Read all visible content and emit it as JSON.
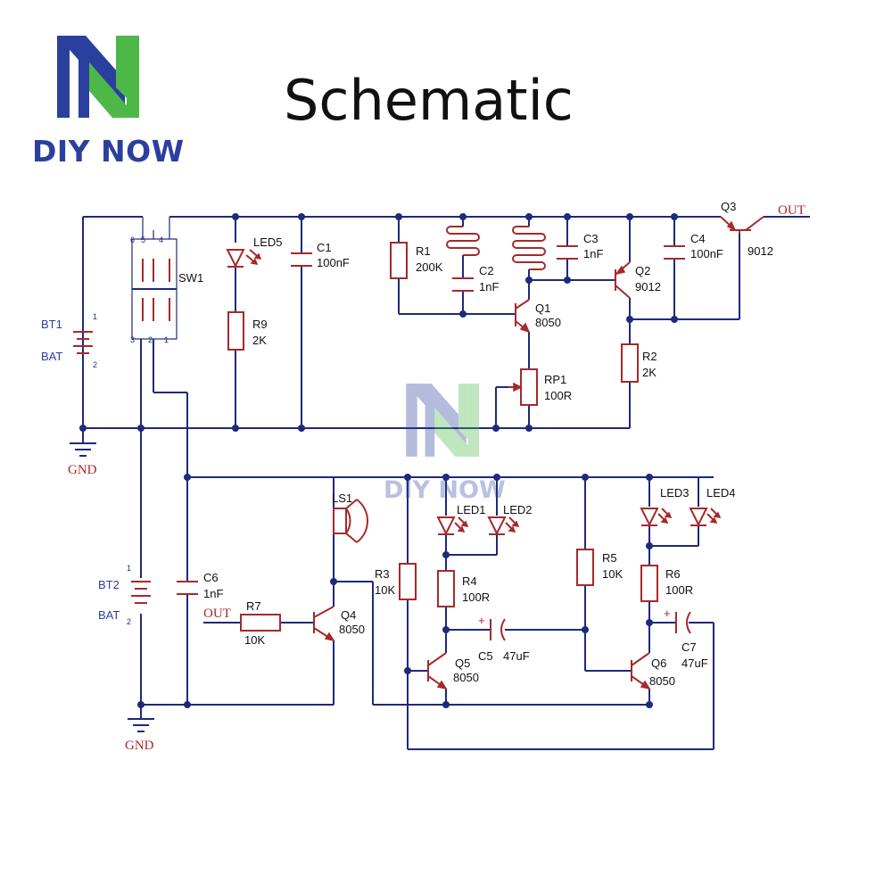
{
  "brand": {
    "name": "DIY NOW",
    "logo_icon": "diy-now-logo-icon",
    "colors": {
      "blue": "#2b3f9e",
      "green": "#4db848"
    }
  },
  "title": "Schematic",
  "watermark": {
    "text": "DIY NOW",
    "icon": "diy-now-logo-icon"
  },
  "colors": {
    "wire": "#1e2a7a",
    "component": "#a52a2a"
  },
  "labels": {
    "bt1": "BT1",
    "bt1_type": "BAT",
    "bt2": "BT2",
    "bt2_type": "BAT",
    "gnd_top": "GND",
    "gnd_bottom": "GND",
    "sw1": "SW1",
    "led5": "LED5",
    "c1": "C1",
    "c1_val": "100nF",
    "r9": "R9",
    "r9_val": "2K",
    "r1": "R1",
    "r1_val": "200K",
    "c2": "C2",
    "c2_val": "1nF",
    "c3": "C3",
    "c3_val": "1nF",
    "c4": "C4",
    "c4_val": "100nF",
    "q1": "Q1",
    "q1_val": "8050",
    "q2": "Q2",
    "q2_val": "9012",
    "q3": "Q3",
    "q3_val": "9012",
    "out_top": "OUT",
    "rp1": "RP1",
    "rp1_val": "100R",
    "r2": "R2",
    "r2_val": "2K",
    "ls1": "LS1",
    "c6": "C6",
    "c6_val": "1nF",
    "out_bottom": "OUT",
    "r7": "R7",
    "r7_val": "10K",
    "q4": "Q4",
    "q4_val": "8050",
    "r3": "R3",
    "r3_val": "10K",
    "led1": "LED1",
    "led2": "LED2",
    "r4": "R4",
    "r4_val": "100R",
    "c5": "C5",
    "c5_val": "47uF",
    "q5": "Q5",
    "q5_val": "8050",
    "r5": "R5",
    "r5_val": "10K",
    "led3": "LED3",
    "led4": "LED4",
    "r6": "R6",
    "r6_val": "100R",
    "c7": "C7",
    "c7_val": "47uF",
    "q6": "Q6",
    "q6_val": "8050"
  },
  "pin_numbers": {
    "p1": "1",
    "p2": "2",
    "p3": "3",
    "p4": "4",
    "p5": "5",
    "p6": "6"
  }
}
